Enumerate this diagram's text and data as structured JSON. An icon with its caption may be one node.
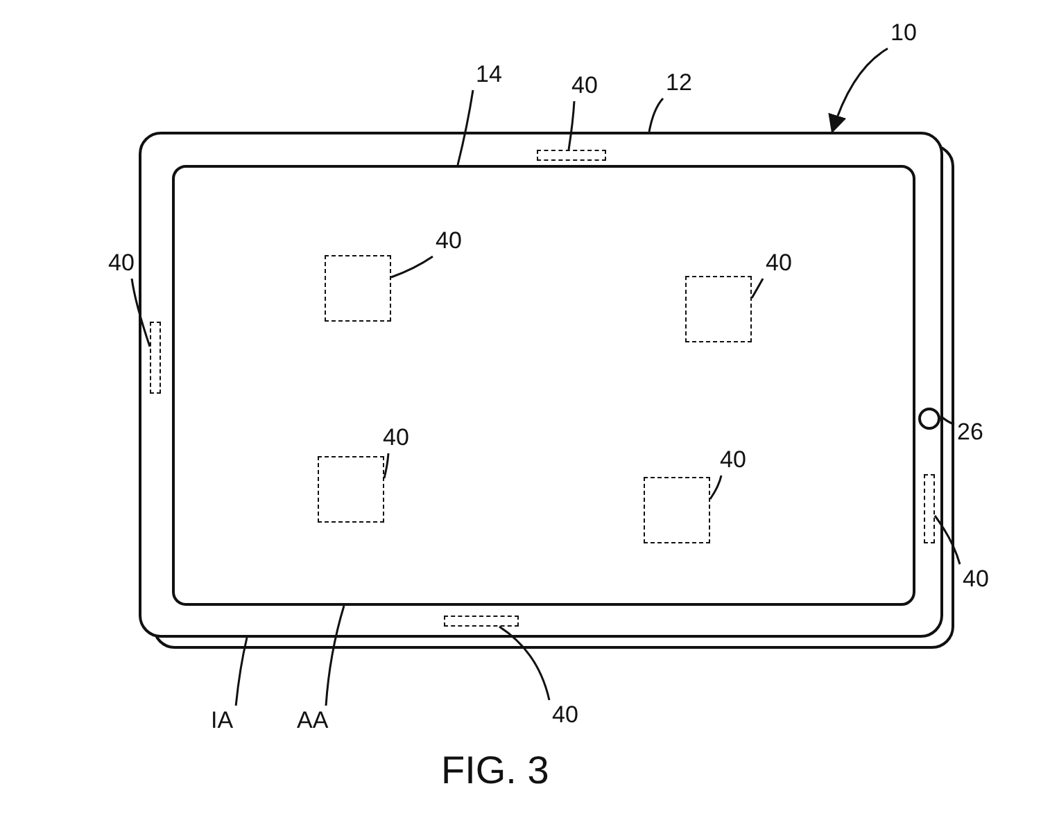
{
  "diagram": {
    "caption": "FIG. 3",
    "nodes": [
      {
        "text": [
          "10"
        ]
      },
      {
        "text": [
          "14"
        ]
      },
      {
        "text": [
          "40"
        ]
      },
      {
        "text": [
          "12"
        ]
      },
      {
        "text": [
          "40"
        ],
        "in": 15
      },
      {
        "text": [
          "40"
        ],
        "in": 15
      },
      {
        "text": [
          "40"
        ]
      },
      {
        "text": [
          "40"
        ],
        "in": 15
      },
      {
        "text": [
          "40"
        ],
        "in": 15
      },
      {
        "text": [
          "26"
        ]
      },
      {
        "text": [
          "40"
        ]
      },
      {
        "text": [
          "IA"
        ]
      },
      {
        "text": [
          "AA"
        ]
      },
      {
        "text": [
          "40"
        ]
      },
      {
        "text": [],
        "shape": "box"
      },
      {
        "text": [],
        "shape": "box",
        "in": 14
      },
      {
        "text": [],
        "shape": "bar",
        "in": 14
      },
      {
        "text": [],
        "shape": "box",
        "in": 15
      },
      {
        "text": [],
        "shape": "box",
        "in": 15
      },
      {
        "text": [],
        "shape": "bar",
        "in": 14
      },
      {
        "text": [],
        "shape": "box",
        "in": 15
      },
      {
        "text": [],
        "shape": "box",
        "in": 15
      },
      {
        "text": [],
        "shape": "circle",
        "in": 14
      },
      {
        "text": [],
        "shape": "bar",
        "in": 14
      },
      {
        "text": [],
        "shape": "bar",
        "in": 14
      }
    ],
    "edges": [
      {
        "from": 0,
        "to": 14,
        "arrow": "to"
      },
      {
        "from": 1,
        "to": 15,
        "arrow": "none"
      },
      {
        "from": 2,
        "to": 16,
        "arrow": "none"
      },
      {
        "from": 3,
        "to": 14,
        "arrow": "none"
      },
      {
        "from": 4,
        "to": 17,
        "arrow": "none"
      },
      {
        "from": 5,
        "to": 18,
        "arrow": "none"
      },
      {
        "from": 6,
        "to": 19,
        "arrow": "none"
      },
      {
        "from": 7,
        "to": 20,
        "arrow": "none"
      },
      {
        "from": 8,
        "to": 21,
        "arrow": "none"
      },
      {
        "from": 9,
        "to": 22,
        "arrow": "none"
      },
      {
        "from": 10,
        "to": 23,
        "arrow": "none"
      },
      {
        "from": 11,
        "to": 14,
        "arrow": "none"
      },
      {
        "from": 12,
        "to": 15,
        "arrow": "none"
      },
      {
        "from": 13,
        "to": 24,
        "arrow": "none"
      }
    ]
  }
}
